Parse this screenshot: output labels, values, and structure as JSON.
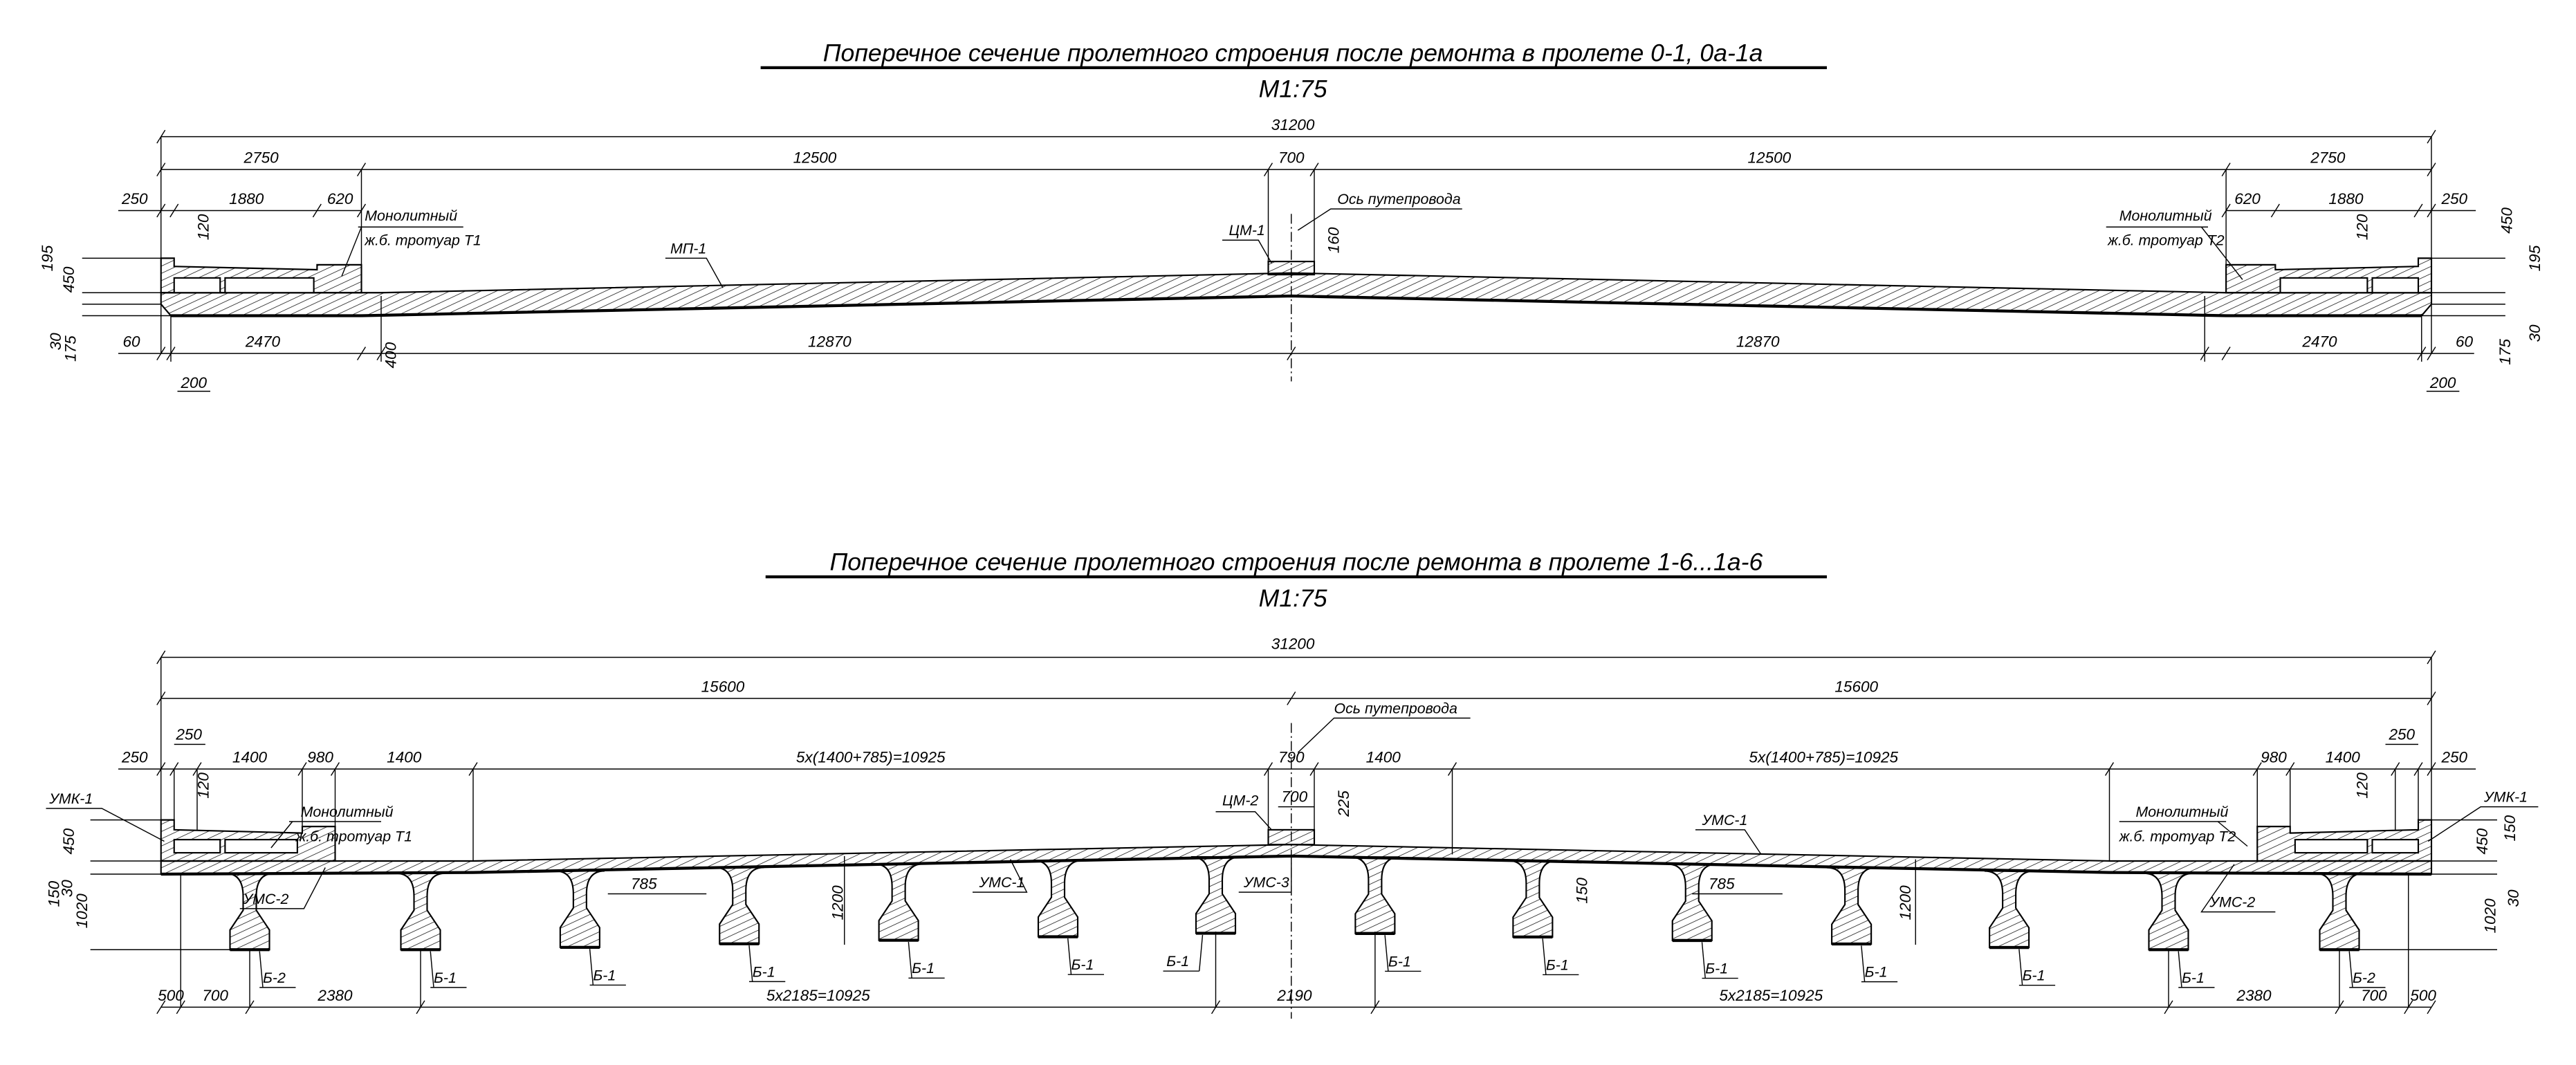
{
  "top_section": {
    "title": "Поперечное сечение пролетного строения после ремонта в пролете 0-1, 0а-1а",
    "scale": "М1:75",
    "dims": {
      "total": "31200",
      "sidewalk_zone": "2750",
      "carriageway_half": "12500",
      "median": "700",
      "edge": "250",
      "sidewalk_width": "1880",
      "curb": "620",
      "h120": "120",
      "h160": "160",
      "h195": "195",
      "h450": "450",
      "h30": "30",
      "h175": "175",
      "b60": "60",
      "b2470": "2470",
      "b400": "400",
      "b12870": "12870",
      "b200": "200"
    },
    "labels": {
      "monolith": "Монолитный",
      "sidewalk_t1": "ж.б. тротуар Т1",
      "sidewalk_t2": "ж.б. тротуар Т2",
      "slab": "МП-1",
      "median_block": "ЦМ-1",
      "axis": "Ось путепровода"
    }
  },
  "bottom_section": {
    "title": "Поперечное сечение пролетного строения после ремонта в пролете 1-6...1а-6",
    "scale": "М1:75",
    "dims": {
      "total": "31200",
      "half": "15600",
      "edge": "250",
      "d1400": "1400",
      "d980": "980",
      "repeat_top": "5x(1400+785)=10925",
      "d790": "790",
      "d700": "700",
      "h225": "225",
      "h120": "120",
      "h450": "450",
      "h150": "150",
      "h30": "30",
      "h1020": "1020",
      "h1200": "1200",
      "d785": "785",
      "b500": "500",
      "b700": "700",
      "b2380": "2380",
      "repeat_bottom": "5x2185=10925",
      "b2190": "2190"
    },
    "labels": {
      "monolith": "Монолитный",
      "sidewalk_t1": "ж.б. тротуар Т1",
      "sidewalk_t2": "ж.б. тротуар Т2",
      "axis": "Ось путепровода",
      "median_block": "ЦМ-2",
      "edge_joint": "УМК-1",
      "joint_2": "УМС-2",
      "joint_1": "УМС-1",
      "joint_3": "УМС-3"
    },
    "beam_labels": [
      "Б-2",
      "Б-1",
      "Б-1",
      "Б-1",
      "Б-1",
      "Б-1",
      "Б-1",
      "Б-1",
      "Б-1",
      "Б-1",
      "Б-1",
      "Б-1",
      "Б-1",
      "Б-2"
    ]
  }
}
